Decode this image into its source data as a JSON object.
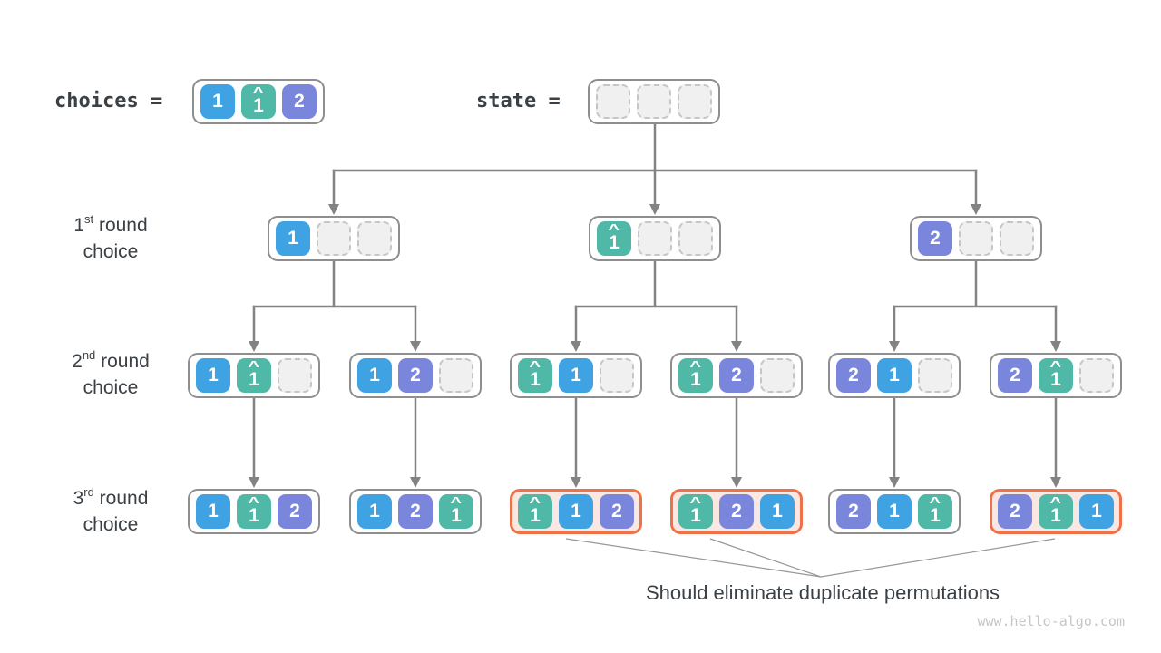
{
  "colors": {
    "cell_blue": "#3FA2E3",
    "cell_teal": "#4FB8A6",
    "cell_purple": "#7A85DC",
    "duplicate_border": "#EE7249",
    "duplicate_fill": "#FBE7E1",
    "box_border": "#8E8E8E",
    "empty_cell_fill": "#F0F0F0",
    "empty_cell_border": "#C6C6C6",
    "arrow": "#838383",
    "thin_line": "#979797",
    "text_dark": "#3B4045",
    "watermark_text": "#C6C6C6",
    "cell_text": "#FFFFFF"
  },
  "legend": {
    "choices_label": "choices =",
    "state_label": "state =",
    "choices_cells": [
      {
        "value": "1",
        "variant": "blue",
        "hat": false
      },
      {
        "value": "1",
        "variant": "teal",
        "hat": true
      },
      {
        "value": "2",
        "variant": "purple",
        "hat": false
      }
    ],
    "state_cells": [
      {
        "variant": "empty"
      },
      {
        "variant": "empty"
      },
      {
        "variant": "empty"
      }
    ]
  },
  "tree": {
    "rounds": [
      {
        "label": {
          "num": "1",
          "sup": "st",
          "rest": " round",
          "line2": "choice"
        },
        "boxes": [
          {
            "duplicate": false,
            "cells": [
              {
                "value": "1",
                "variant": "blue"
              },
              {
                "variant": "empty"
              },
              {
                "variant": "empty"
              }
            ]
          },
          {
            "duplicate": false,
            "cells": [
              {
                "value": "1",
                "variant": "teal",
                "hat": true
              },
              {
                "variant": "empty"
              },
              {
                "variant": "empty"
              }
            ]
          },
          {
            "duplicate": false,
            "cells": [
              {
                "value": "2",
                "variant": "purple"
              },
              {
                "variant": "empty"
              },
              {
                "variant": "empty"
              }
            ]
          }
        ]
      },
      {
        "label": {
          "num": "2",
          "sup": "nd",
          "rest": " round",
          "line2": "choice"
        },
        "boxes": [
          {
            "duplicate": false,
            "cells": [
              {
                "value": "1",
                "variant": "blue"
              },
              {
                "value": "1",
                "variant": "teal",
                "hat": true
              },
              {
                "variant": "empty"
              }
            ]
          },
          {
            "duplicate": false,
            "cells": [
              {
                "value": "1",
                "variant": "blue"
              },
              {
                "value": "2",
                "variant": "purple"
              },
              {
                "variant": "empty"
              }
            ]
          },
          {
            "duplicate": false,
            "cells": [
              {
                "value": "1",
                "variant": "teal",
                "hat": true
              },
              {
                "value": "1",
                "variant": "blue"
              },
              {
                "variant": "empty"
              }
            ]
          },
          {
            "duplicate": false,
            "cells": [
              {
                "value": "1",
                "variant": "teal",
                "hat": true
              },
              {
                "value": "2",
                "variant": "purple"
              },
              {
                "variant": "empty"
              }
            ]
          },
          {
            "duplicate": false,
            "cells": [
              {
                "value": "2",
                "variant": "purple"
              },
              {
                "value": "1",
                "variant": "blue"
              },
              {
                "variant": "empty"
              }
            ]
          },
          {
            "duplicate": false,
            "cells": [
              {
                "value": "2",
                "variant": "purple"
              },
              {
                "value": "1",
                "variant": "teal",
                "hat": true
              },
              {
                "variant": "empty"
              }
            ]
          }
        ]
      },
      {
        "label": {
          "num": "3",
          "sup": "rd",
          "rest": " round",
          "line2": "choice"
        },
        "boxes": [
          {
            "duplicate": false,
            "cells": [
              {
                "value": "1",
                "variant": "blue"
              },
              {
                "value": "1",
                "variant": "teal",
                "hat": true
              },
              {
                "value": "2",
                "variant": "purple"
              }
            ]
          },
          {
            "duplicate": false,
            "cells": [
              {
                "value": "1",
                "variant": "blue"
              },
              {
                "value": "2",
                "variant": "purple"
              },
              {
                "value": "1",
                "variant": "teal",
                "hat": true
              }
            ]
          },
          {
            "duplicate": true,
            "cells": [
              {
                "value": "1",
                "variant": "teal",
                "hat": true
              },
              {
                "value": "1",
                "variant": "blue"
              },
              {
                "value": "2",
                "variant": "purple"
              }
            ]
          },
          {
            "duplicate": true,
            "cells": [
              {
                "value": "1",
                "variant": "teal",
                "hat": true
              },
              {
                "value": "2",
                "variant": "purple"
              },
              {
                "value": "1",
                "variant": "blue"
              }
            ]
          },
          {
            "duplicate": false,
            "cells": [
              {
                "value": "2",
                "variant": "purple"
              },
              {
                "value": "1",
                "variant": "blue"
              },
              {
                "value": "1",
                "variant": "teal",
                "hat": true
              }
            ]
          },
          {
            "duplicate": true,
            "cells": [
              {
                "value": "2",
                "variant": "purple"
              },
              {
                "value": "1",
                "variant": "teal",
                "hat": true
              },
              {
                "value": "1",
                "variant": "blue"
              }
            ]
          }
        ]
      }
    ]
  },
  "caption": "Should eliminate duplicate permutations",
  "watermark": "www.hello-algo.com"
}
